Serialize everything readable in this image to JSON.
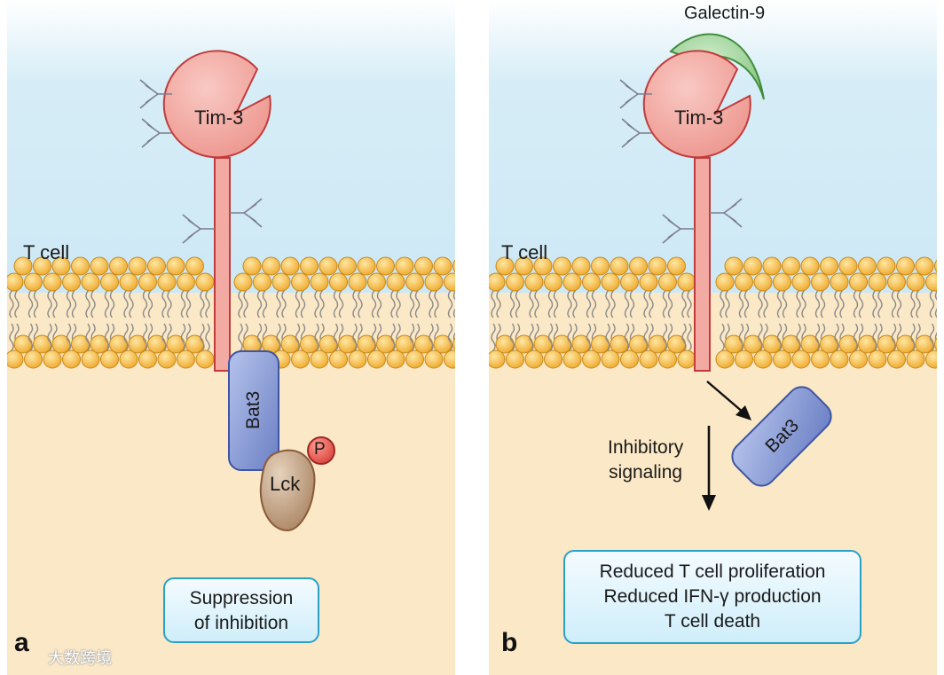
{
  "panel_a": {
    "letter": "a",
    "receptor": "Tim-3",
    "cell_label": "T cell",
    "adaptor": "Bat3",
    "kinase": "Lck",
    "phospho": "P",
    "outcome": [
      "Suppression",
      "of inhibition"
    ]
  },
  "panel_b": {
    "letter": "b",
    "ligand": "Galectin-9",
    "receptor": "Tim-3",
    "cell_label": "T cell",
    "adaptor": "Bat3",
    "signal_label": [
      "Inhibitory",
      "signaling"
    ],
    "outcome": [
      "Reduced T cell proliferation",
      "Reduced IFN-γ production",
      "T cell death"
    ]
  },
  "watermark": "大数跨境",
  "colors": {
    "extracellular": "#d6edf7",
    "cytoplasm": "#fbe8c6",
    "lipid_head": "#f4b93c",
    "receptor_fill": "#f2aaa3",
    "receptor_stroke": "#c23b3b",
    "bat3_fill": "#8c9fd6",
    "lck_fill": "#c9a88a",
    "galectin_fill": "#9fd39a",
    "box_border": "#2aa0c8"
  }
}
